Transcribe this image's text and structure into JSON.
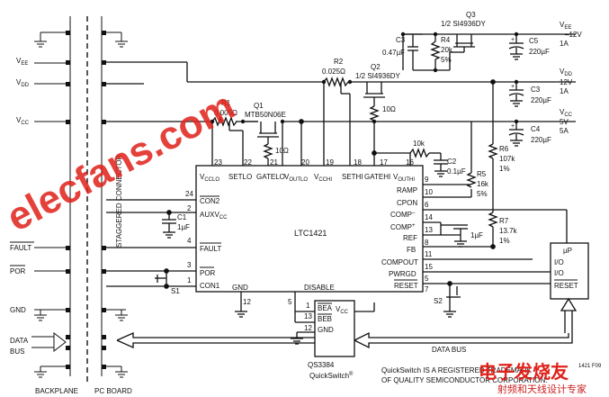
{
  "left": {
    "backplane": "BACKPLANE",
    "pc_board": "PC BOARD",
    "staggered": "STAGGERED CONNECTOR",
    "vee": "V",
    "vee_sub": "EE",
    "vdd": "V",
    "vdd_sub": "DD",
    "vcc": "V",
    "vcc_sub": "CC",
    "fault": "FAULT",
    "por": "POR",
    "gnd": "GND",
    "data": "DATA",
    "bus": "BUS"
  },
  "rails": {
    "vee_v": "V",
    "vee_sub": "EE",
    "vee_val": "–12V",
    "vee_i": "1A",
    "vdd_v": "V",
    "vdd_sub": "DD",
    "vdd_val": "12V",
    "vdd_i": "1A",
    "vcc_v": "V",
    "vcc_sub": "CC",
    "vcc_val": "5V",
    "vcc_i": "5A"
  },
  "parts": {
    "q3": "Q3",
    "q3_desc": "1/2 SI4936DY",
    "c3a": "C3",
    "c3a_val": "0.47µF",
    "r4": "R4",
    "r4_val": "20k",
    "r4_tol": "5%",
    "c5": "C5",
    "c5_val": "220µF",
    "r2": "R2",
    "r2_val": "0.025Ω",
    "q2": "Q2",
    "q2_desc": "1/2 SI4936DY",
    "c3b": "C3",
    "c3b_val": "220µF",
    "r1": "R1",
    "r1_val": "0.005Ω",
    "q1": "Q1",
    "q1_desc": "MTB50N06E",
    "r10a": "10Ω",
    "r10b": "10Ω",
    "c4": "C4",
    "c4_val": "220µF",
    "r6": "R6",
    "r6_val": "107k",
    "r6_tol": "1%",
    "r10k": "10k",
    "c2": "C2",
    "c2_val": "0.1µF",
    "r5": "R5",
    "r5_val": "16k",
    "r5_tol": "5%",
    "r7": "R7",
    "r7_val": "13.7k",
    "r7_tol": "1%",
    "c1": "C1",
    "c1_val": "1µF",
    "c_comp": "1µF",
    "s1": "S1",
    "s2": "S2"
  },
  "ic": {
    "name": "LTC1421",
    "top_pins": [
      "23",
      "22",
      "21",
      "20",
      "19",
      "18",
      "17",
      "16"
    ],
    "vcclo": "V",
    "vcclo_sub": "CCLO",
    "setlo": "SETLO",
    "gatelo": "GATELO",
    "voutlo": "V",
    "voutlo_sub": "OUTLO",
    "vcchi": "V",
    "vcchi_sub": "CCHI",
    "sethi": "SETHI",
    "gatehi": "GATEHI",
    "vouthi": "V",
    "vouthi_sub": "OUTHI",
    "left_pins": [
      "24",
      "2",
      "4",
      "3",
      "1"
    ],
    "con2": "CON2",
    "auxvcc": "AUXV",
    "auxvcc_sub": "CC",
    "fault": "FAULT",
    "por": "POR",
    "con1": "CON1",
    "right_pins": [
      "9",
      "10",
      "6",
      "14",
      "13",
      "8",
      "11",
      "15",
      "5",
      "7"
    ],
    "ramp": "RAMP",
    "cpon": "CPON",
    "compm": "COMP",
    "compm_sup": "–",
    "compp": "COMP",
    "compp_sup": "+",
    "ref": "REF",
    "fb": "FB",
    "compout": "COMPOUT",
    "pwrgd": "PWRGD",
    "reset": "RESET",
    "gnd": "GND",
    "gnd_pin": "12",
    "disable": "DISABLE"
  },
  "qs": {
    "name": "QS3384",
    "label": "QuickSwitch",
    "sup": "®",
    "pins": [
      "1",
      "13",
      "12"
    ],
    "bea": "BEA",
    "beb": "BEB",
    "gnd": "GND",
    "vcc": "V",
    "vcc_sub": "CC",
    "pin5": "5"
  },
  "up": {
    "title": "µP",
    "io1": "I/O",
    "io2": "I/O",
    "reset": "RESET"
  },
  "databus": "DATA BUS",
  "note1": "QuickSwitch IS A REGISTERED TRADEMARK",
  "note2": "OF QUALITY SEMICONDUCTOR CORPORATION.",
  "figcode": "1421 F09",
  "watermark": {
    "main": "elecfans.com",
    "cn1": "电子发烧友",
    "cn2": "射频和天线设计专家"
  }
}
